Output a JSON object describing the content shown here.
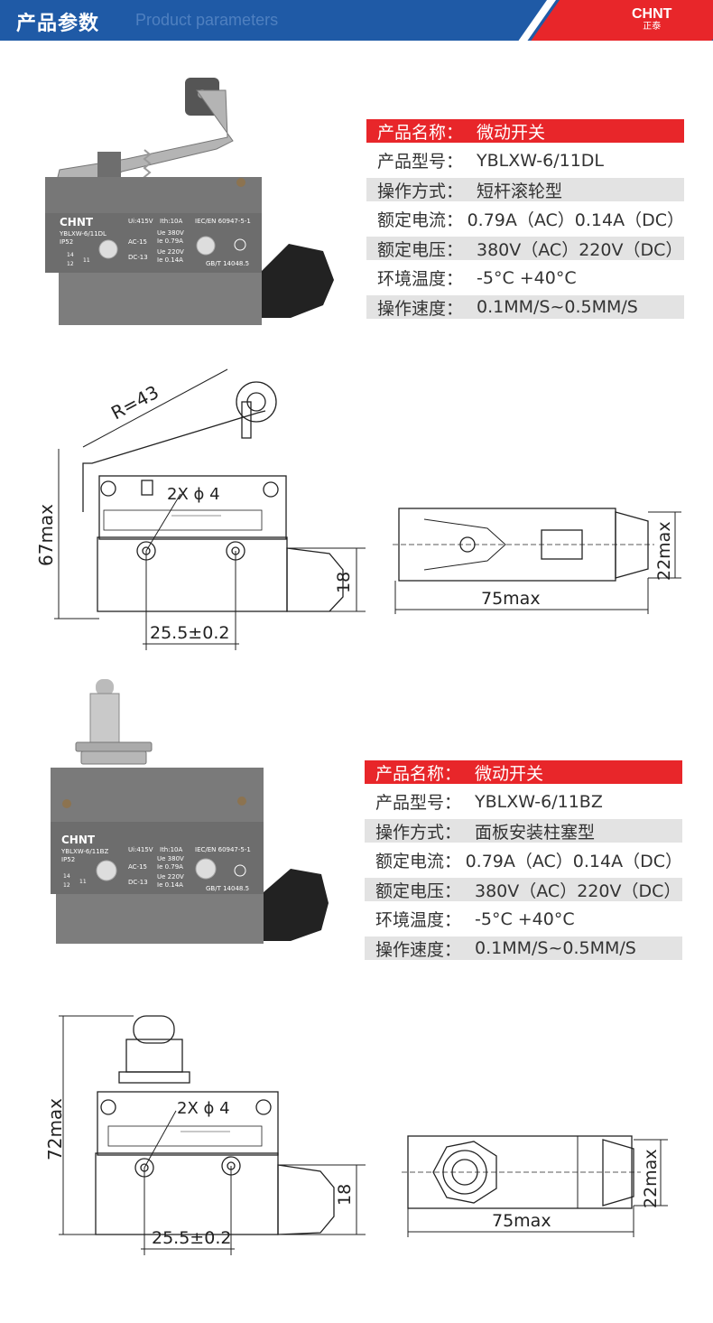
{
  "header": {
    "title": "产品参数",
    "subtitle": "Product parameters",
    "logo_brand": "CHNT",
    "logo_cn": "正泰"
  },
  "products": [
    {
      "specs": [
        {
          "label": "产品名称：",
          "value": "微动开关"
        },
        {
          "label": "产品型号：",
          "value": "YBLXW-6/11DL"
        },
        {
          "label": "操作方式：",
          "value": "短杆滚轮型"
        },
        {
          "label": "额定电流：",
          "value": "0.79A（AC）0.14A（DC）"
        },
        {
          "label": "额定电压：",
          "value": "380V（AC）220V（DC）"
        },
        {
          "label": "环境温度：",
          "value": "-5°C +40°C"
        },
        {
          "label": "操作速度：",
          "value": "0.1MM/S~0.5MM/S"
        }
      ],
      "label_plate": {
        "brand": "CHNT",
        "model": "YBLXW-6/11DL",
        "ip": "IP52",
        "ui": "Ui:415V",
        "ith": "Ith:10A",
        "std": "IEC/EN 60947-5-1",
        "ac": "AC-15",
        "dc": "DC-13",
        "ue1": "Ue 380V",
        "ie1": "Ie 0.79A",
        "ue2": "Ue 220V",
        "ie2": "Ie 0.14A",
        "gb": "GB/T 14048.5",
        "t14": "14",
        "t12": "12",
        "t11": "11"
      },
      "dims": {
        "radius": "R=43",
        "holes": "2X ϕ 4",
        "height": "67max",
        "spacing": "25.5±0.2",
        "depth": "18",
        "width": "22max",
        "length": "75max"
      }
    },
    {
      "specs": [
        {
          "label": "产品名称：",
          "value": "微动开关"
        },
        {
          "label": "产品型号：",
          "value": "YBLXW-6/11BZ"
        },
        {
          "label": "操作方式：",
          "value": "面板安装柱塞型"
        },
        {
          "label": "额定电流：",
          "value": "0.79A（AC）0.14A（DC）"
        },
        {
          "label": "额定电压：",
          "value": "380V（AC）220V（DC）"
        },
        {
          "label": "环境温度：",
          "value": "-5°C +40°C"
        },
        {
          "label": "操作速度：",
          "value": "0.1MM/S~0.5MM/S"
        }
      ],
      "label_plate": {
        "brand": "CHNT",
        "model": "YBLXW-6/11BZ",
        "ip": "IP52",
        "ui": "Ui:415V",
        "ith": "Ith:10A",
        "std": "IEC/EN 60947-5-1",
        "ac": "AC-15",
        "dc": "DC-13",
        "ue1": "Ue 380V",
        "ie1": "Ie 0.79A",
        "ue2": "Ue 220V",
        "ie2": "Ie 0.14A",
        "gb": "GB/T 14048.5",
        "t14": "14",
        "t12": "12",
        "t11": "11"
      },
      "dims": {
        "holes": "2X ϕ 4",
        "height": "72max",
        "spacing": "25.5±0.2",
        "depth": "18",
        "width": "22max",
        "length": "75max"
      }
    }
  ]
}
